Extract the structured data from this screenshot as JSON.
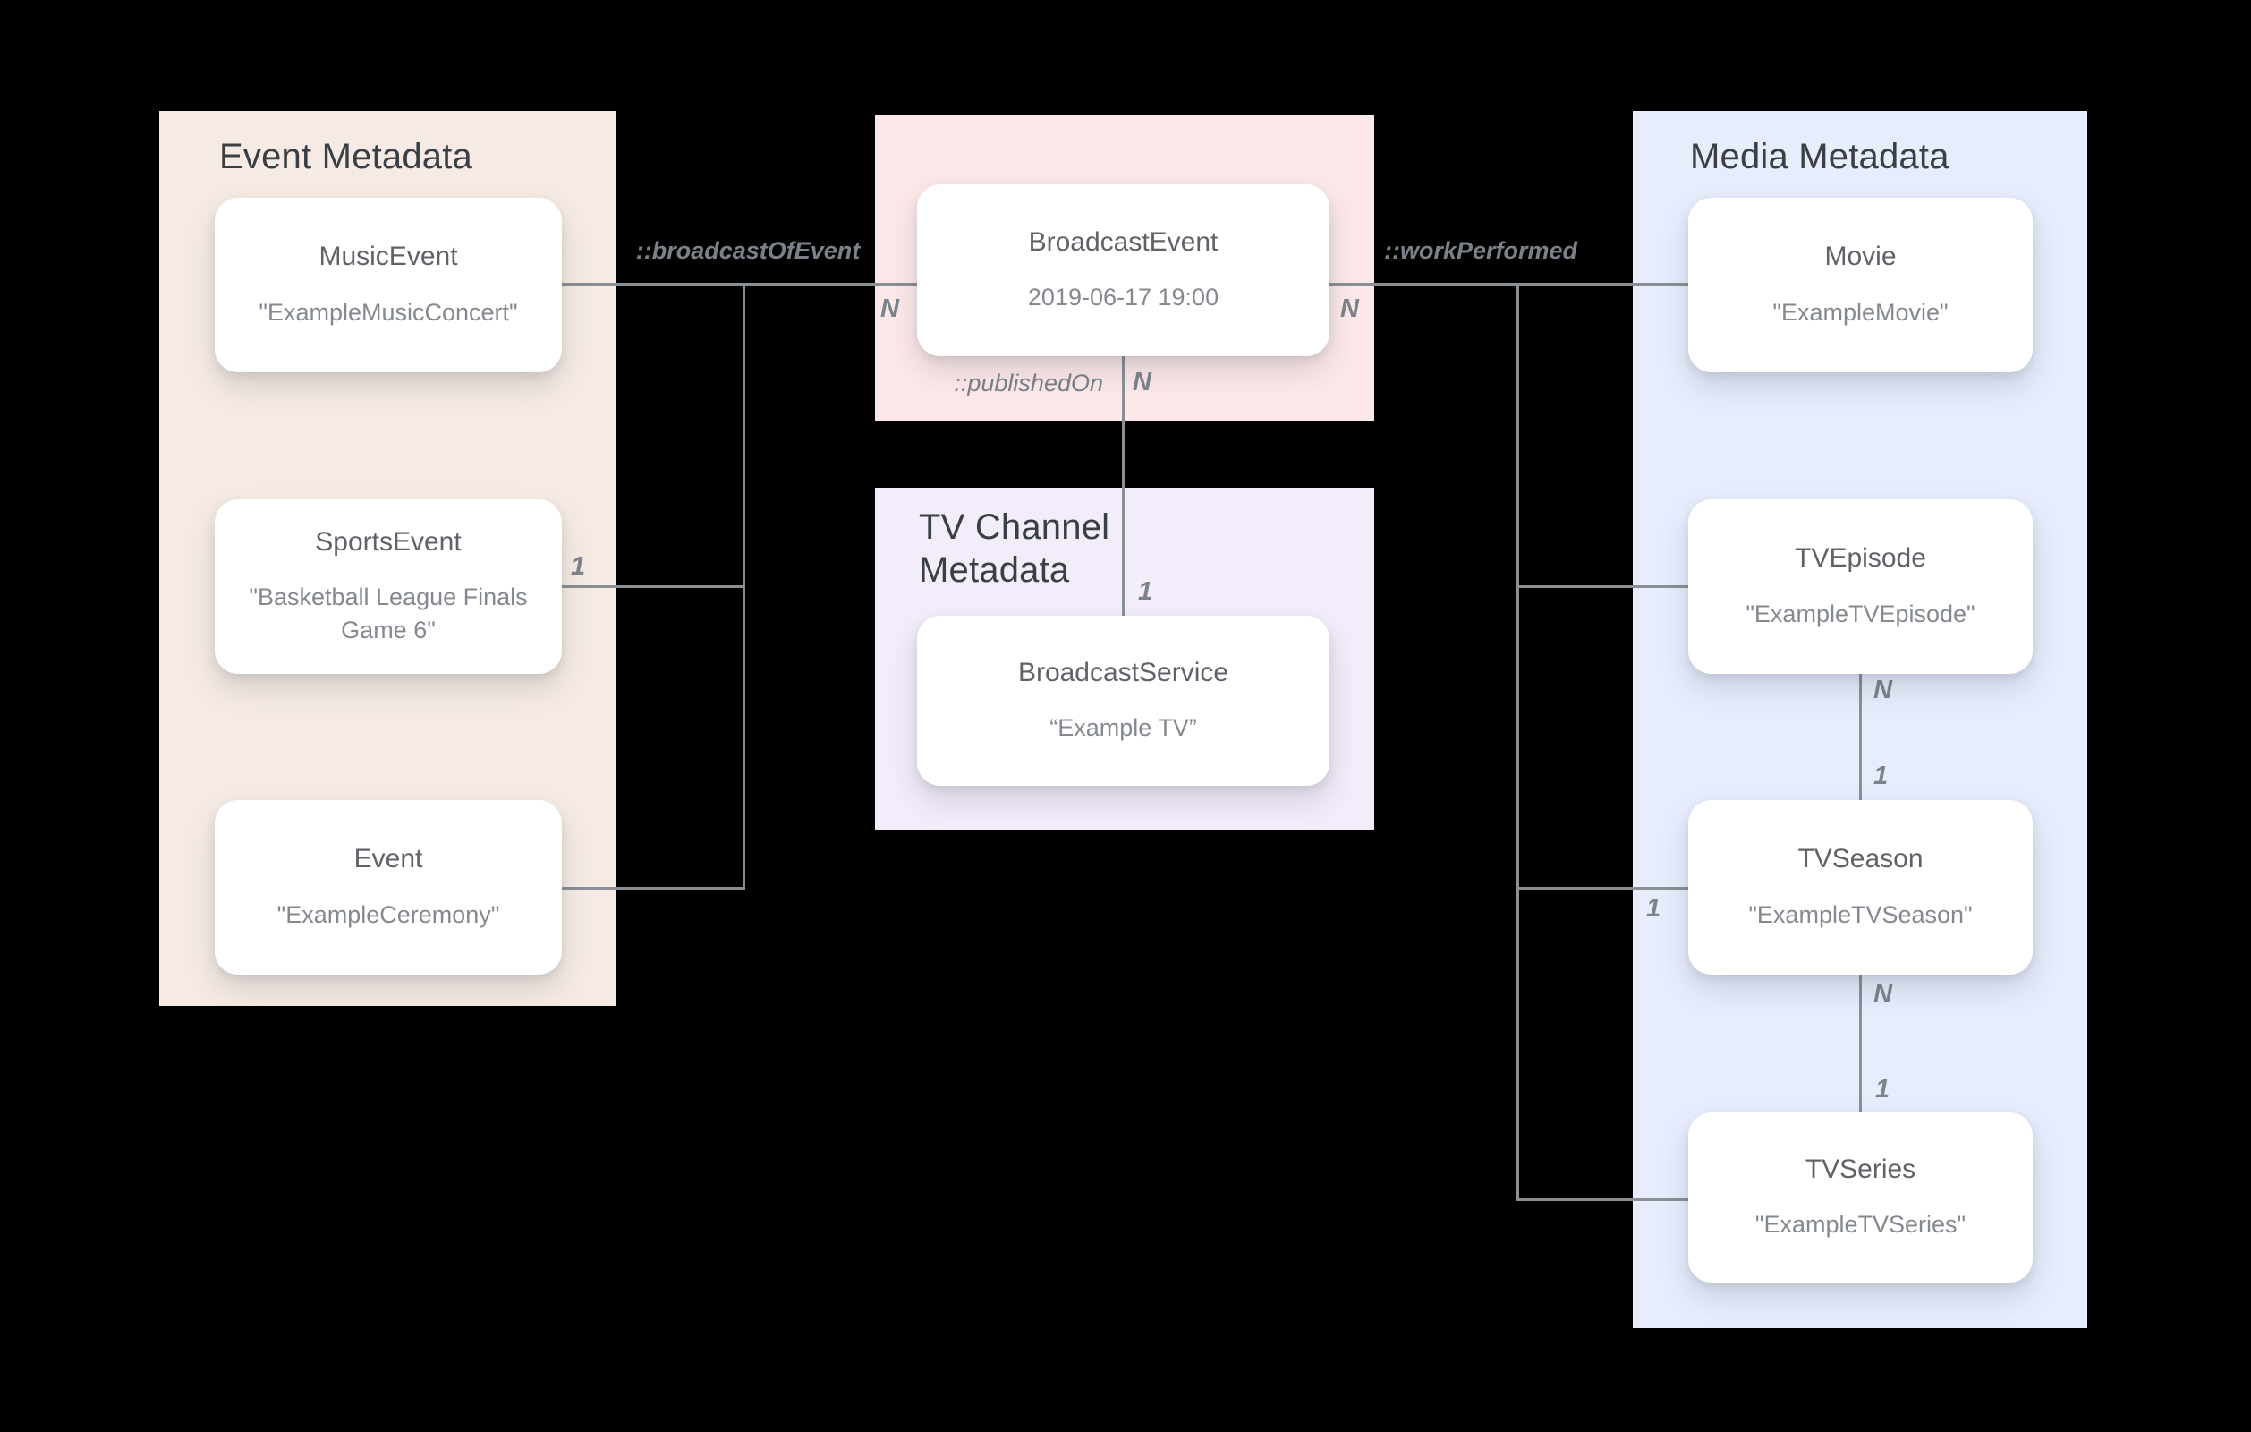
{
  "colors": {
    "background": "#000000",
    "event_panel": "#f6ebe4",
    "broadcast_panel": "#fce8e8",
    "tv_channel_panel": "#f3ecfa",
    "media_panel": "#e7edfc",
    "node_background": "#ffffff",
    "line": "#8a8f94",
    "title_text": "#3a3f44",
    "node_name_text": "#5f6368",
    "node_value_text": "#84898f"
  },
  "panels": {
    "event": {
      "title": "Event Metadata"
    },
    "tv_channel": {
      "title": "TV Channel Metadata"
    },
    "media": {
      "title": "Media Metadata"
    }
  },
  "nodes": {
    "music_event": {
      "name": "MusicEvent",
      "value": "\"ExampleMusicConcert\""
    },
    "sports_event": {
      "name": "SportsEvent",
      "value": "\"Basketball League Finals Game 6\""
    },
    "event": {
      "name": "Event",
      "value": "\"ExampleCeremony\""
    },
    "broadcast_event": {
      "name": "BroadcastEvent",
      "value": "2019-06-17 19:00"
    },
    "broadcast_service": {
      "name": "BroadcastService",
      "value": "“Example TV”"
    },
    "movie": {
      "name": "Movie",
      "value": "\"ExampleMovie\""
    },
    "tv_episode": {
      "name": "TVEpisode",
      "value": "\"ExampleTVEpisode\""
    },
    "tv_season": {
      "name": "TVSeason",
      "value": "\"ExampleTVSeason\""
    },
    "tv_series": {
      "name": "TVSeries",
      "value": "\"ExampleTVSeries\""
    }
  },
  "edges": {
    "broadcast_of_event": {
      "label": "::broadcastOfEvent"
    },
    "work_performed": {
      "label": "::workPerformed"
    },
    "published_on": {
      "label": "::publishedOn"
    }
  },
  "cardinalities": {
    "broadcast_of_event_n": "N",
    "work_performed_n": "N",
    "published_on_n": "N",
    "published_on_1": "1",
    "sports_event_1": "1",
    "tv_season_1": "1",
    "episode_season_n": "N",
    "episode_season_1": "1",
    "season_series_n": "N",
    "season_series_1": "1"
  }
}
